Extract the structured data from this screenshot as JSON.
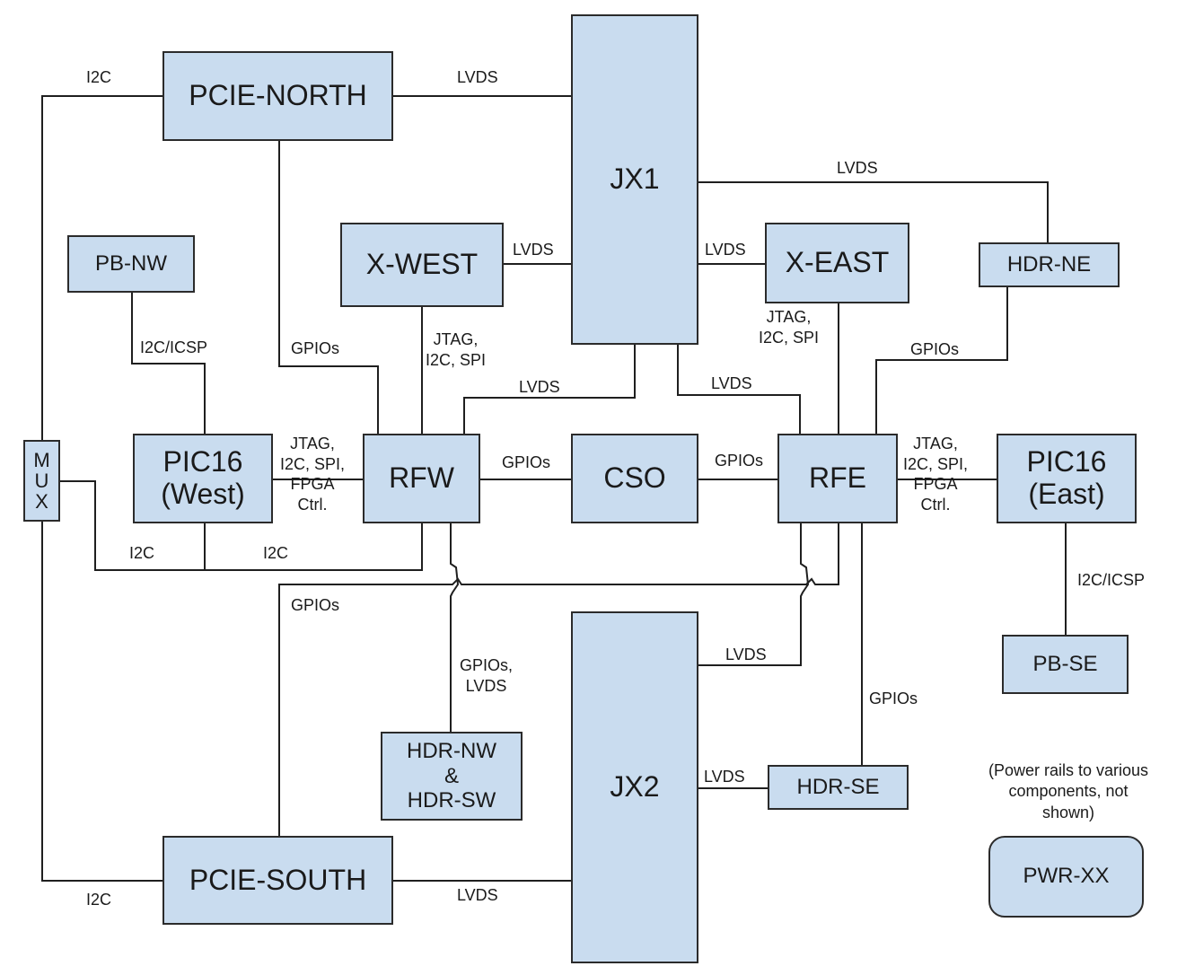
{
  "blocks": {
    "pcie_north": "PCIE-NORTH",
    "jx1": "JX1",
    "pb_nw": "PB-NW",
    "x_west": "X-WEST",
    "x_east": "X-EAST",
    "hdr_ne": "HDR-NE",
    "mux": "M\nU\nX",
    "pic16_west": "PIC16\n(West)",
    "rfw": "RFW",
    "cso": "CSO",
    "rfe": "RFE",
    "pic16_east": "PIC16\n(East)",
    "pb_se": "PB-SE",
    "hdr_nw_sw": "HDR-NW\n&\nHDR-SW",
    "jx2": "JX2",
    "hdr_se": "HDR-SE",
    "pcie_south": "PCIE-SOUTH",
    "pwr_xx": "PWR-XX"
  },
  "links": {
    "i2c_north": "I2C",
    "lvds_north": "LVDS",
    "lvds_jx1_hdrne": "LVDS",
    "lvds_xwest": "LVDS",
    "lvds_xeast": "LVDS",
    "i2c_icsp_west": "I2C/ICSP",
    "gpios_north_rfw": "GPIOs",
    "jtag_xwest": "JTAG,\nI2C, SPI",
    "jtag_xeast": "JTAG,\nI2C, SPI",
    "gpios_hdrne": "GPIOs",
    "lvds_jx1_rfw": "LVDS",
    "lvds_jx1_rfe": "LVDS",
    "jtag_west": "JTAG,\nI2C, SPI,\nFPGA\nCtrl.",
    "gpios_rfw_cso": "GPIOs",
    "gpios_cso_rfe": "GPIOs",
    "jtag_east": "JTAG,\nI2C, SPI,\nFPGA\nCtrl.",
    "i2c_mux_pic": "I2C",
    "i2c_pic_rfw": "I2C",
    "gpios_south": "GPIOs",
    "i2c_icsp_east": "I2C/ICSP",
    "lvds_rfe_jx2": "LVDS",
    "gpios_lvds_hdr": "GPIOs,\nLVDS",
    "gpios_hdrse": "GPIOs",
    "lvds_jx2_hdrse": "LVDS",
    "i2c_south": "I2C",
    "lvds_south": "LVDS"
  },
  "notes": {
    "power_note": "(Power rails to various\ncomponents, not\nshown)"
  },
  "colors": {
    "block_fill": "#c9dcef",
    "block_border": "#2b2b2b",
    "wire": "#1f1f1f"
  }
}
